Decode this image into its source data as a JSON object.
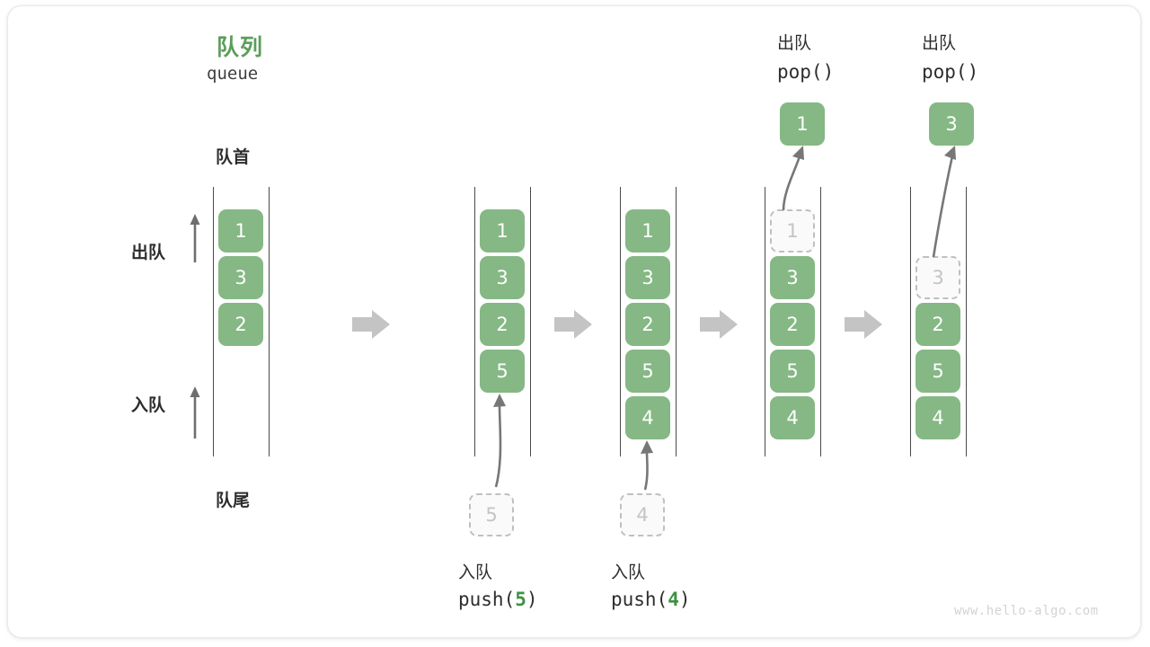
{
  "frame": {
    "watermark": "www.hello-algo.com"
  },
  "header": {
    "title_cn": "队列",
    "title_en": "queue",
    "title_color": "#5a9e59"
  },
  "labels": {
    "front": "队首",
    "rear": "队尾",
    "dequeue": "出队",
    "enqueue": "入队"
  },
  "colors": {
    "cell_fill": "#85b884",
    "cell_text": "#ffffff",
    "ghost_fill": "#fafafa",
    "ghost_text": "#c4c4c4",
    "ghost_border": "#c0c0c0",
    "rail": "#4a4a4a",
    "arrow": "#777777",
    "step_arrow": "#c4c4c4",
    "accent_green": "#3f9142"
  },
  "columns": [
    {
      "id": "queue-initial",
      "cells": [
        {
          "value": "1",
          "state": "filled",
          "slot": 0
        },
        {
          "value": "3",
          "state": "filled",
          "slot": 1
        },
        {
          "value": "2",
          "state": "filled",
          "slot": 2
        }
      ]
    },
    {
      "id": "queue-after-push-5",
      "cells": [
        {
          "value": "1",
          "state": "filled",
          "slot": 0
        },
        {
          "value": "3",
          "state": "filled",
          "slot": 1
        },
        {
          "value": "2",
          "state": "filled",
          "slot": 2
        },
        {
          "value": "5",
          "state": "filled",
          "slot": 3
        }
      ]
    },
    {
      "id": "queue-after-push-4",
      "cells": [
        {
          "value": "1",
          "state": "filled",
          "slot": 0
        },
        {
          "value": "3",
          "state": "filled",
          "slot": 1
        },
        {
          "value": "2",
          "state": "filled",
          "slot": 2
        },
        {
          "value": "5",
          "state": "filled",
          "slot": 3
        },
        {
          "value": "4",
          "state": "filled",
          "slot": 4
        }
      ]
    },
    {
      "id": "queue-after-pop-1",
      "cells": [
        {
          "value": "1",
          "state": "ghost",
          "slot": 0
        },
        {
          "value": "3",
          "state": "filled",
          "slot": 1
        },
        {
          "value": "2",
          "state": "filled",
          "slot": 2
        },
        {
          "value": "5",
          "state": "filled",
          "slot": 3
        },
        {
          "value": "4",
          "state": "filled",
          "slot": 4
        }
      ]
    },
    {
      "id": "queue-after-pop-3",
      "cells": [
        {
          "value": "3",
          "state": "ghost",
          "slot": 1
        },
        {
          "value": "2",
          "state": "filled",
          "slot": 2
        },
        {
          "value": "5",
          "state": "filled",
          "slot": 3
        },
        {
          "value": "4",
          "state": "filled",
          "slot": 4
        }
      ]
    }
  ],
  "operations": {
    "push_5": {
      "incoming_value": "5",
      "op_cn": "入队",
      "code_prefix": "push(",
      "code_arg": "5",
      "code_suffix": ")"
    },
    "push_4": {
      "incoming_value": "4",
      "op_cn": "入队",
      "code_prefix": "push(",
      "code_arg": "4",
      "code_suffix": ")"
    },
    "pop_1": {
      "popped_value": "1",
      "op_cn": "出队",
      "code": "pop()"
    },
    "pop_3": {
      "popped_value": "3",
      "op_cn": "出队",
      "code": "pop()"
    }
  }
}
